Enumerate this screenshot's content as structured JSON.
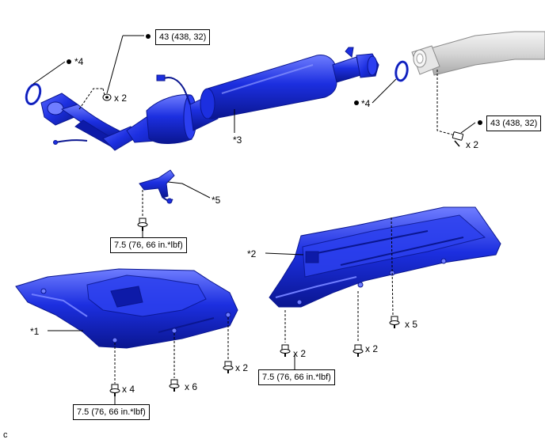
{
  "colors": {
    "part_fill": "#1c2fe0",
    "part_dark": "#0a1690",
    "part_light": "#6f7dff",
    "grey_part": "#d9d9d9",
    "line": "#000000"
  },
  "labels": {
    "gasket_left": "*4",
    "gasket_right": "*4",
    "converter": "*3",
    "bracket": "*5",
    "cover_right": "*2",
    "cover_left": "*1",
    "corner_code": "c"
  },
  "quantities": {
    "nuts_top": "x 2",
    "bolts_right": "x 2",
    "bolts_left_a": "x 4",
    "bolts_left_b": "x 6",
    "bolts_left_c": "x 2",
    "bolts_right_a": "x 2",
    "bolts_right_b": "x 2",
    "bolts_right_c": "x 5"
  },
  "torque": {
    "top_left": "43 (438, 32)",
    "top_right": "43 (438, 32)",
    "bracket": "7.5 (76, 66 in.*lbf)",
    "cover_left": "7.5 (76, 66 in.*lbf)",
    "cover_right": "7.5 (76, 66 in.*lbf)"
  }
}
